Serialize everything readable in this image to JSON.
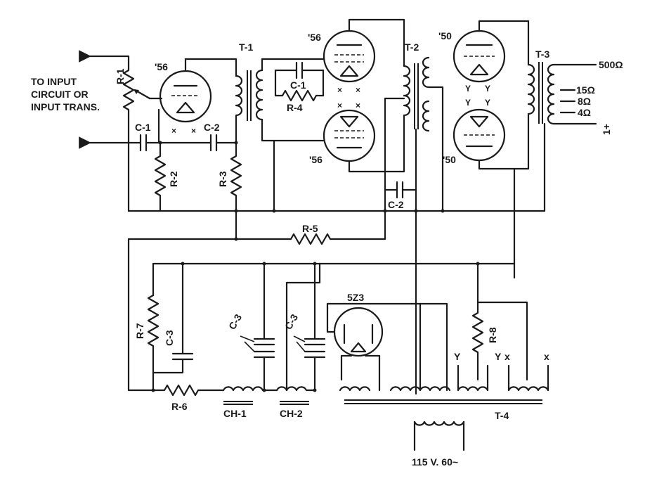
{
  "labels": {
    "input_note": [
      "TO INPUT",
      "CIRCUIT OR",
      "INPUT TRANS."
    ],
    "r1": "R-1",
    "tube_v1": "'56",
    "c1_left": "C-1",
    "c2_left": "C-2",
    "r2": "R-2",
    "r3": "R-3",
    "t1": "T-1",
    "tube_v2": "'56",
    "tube_v3": "'56",
    "c1_mid": "C-1",
    "r4": "R-4",
    "t2": "T-2",
    "c2_mid": "C-2",
    "tube_v4": "'50",
    "tube_v5": "'50",
    "t3": "T-3",
    "tap_500": "500Ω",
    "tap_15": "15Ω",
    "tap_8": "8Ω",
    "tap_4": "4Ω",
    "tap_common": "1+",
    "r5": "R-5",
    "r7": "R-7",
    "c3_a": "C-3",
    "c3_b": "C-3",
    "c3_c": "C-3",
    "tube_rect": "5Z3",
    "r8": "R-8",
    "r6": "R-6",
    "ch1": "CH-1",
    "ch2": "CH-2",
    "t4": "T-4",
    "mark_y1": "Y",
    "mark_y2": "Y",
    "mark_x1": "x",
    "mark_x2": "x",
    "mains": "115 V. 60~"
  }
}
